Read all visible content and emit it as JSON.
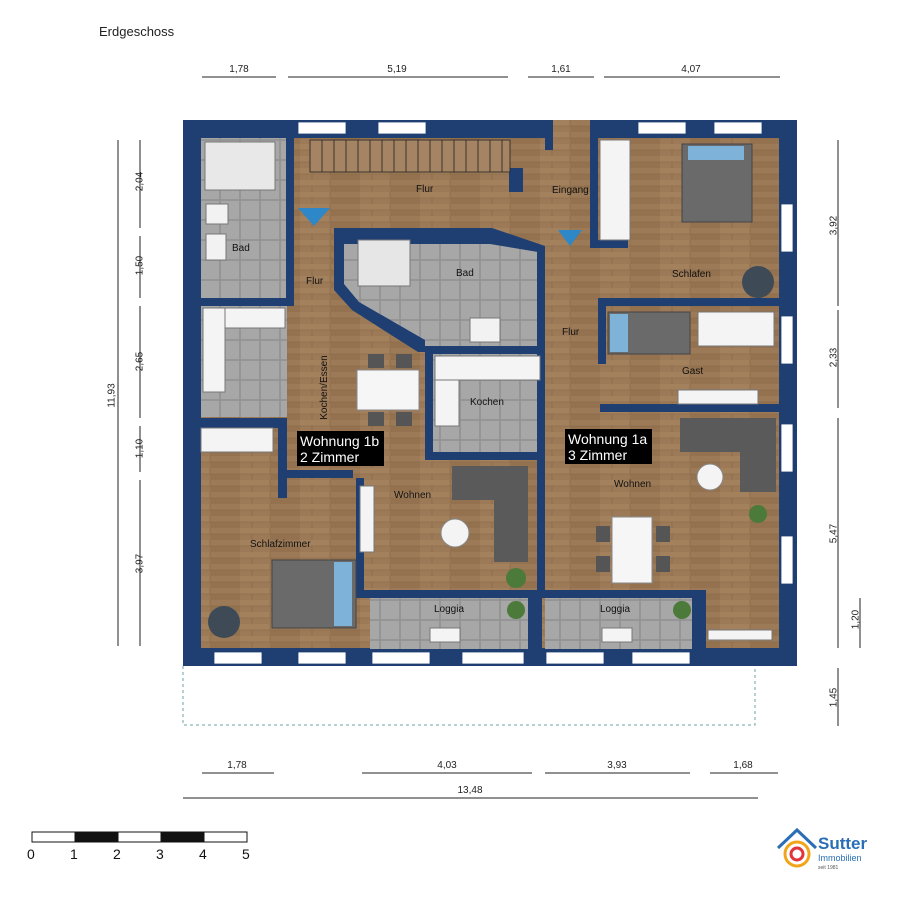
{
  "floor_title": "Erdgeschoss",
  "dimensions": {
    "top": [
      "1,78",
      "5,19",
      "1,61",
      "4,07"
    ],
    "bottom": [
      "1,78",
      "4,03",
      "3,93",
      "1,68"
    ],
    "total_width": "13,48",
    "left": [
      "2,04",
      "1,50",
      "2,65",
      "1,10",
      "3,97"
    ],
    "left_total": "11,93",
    "right": [
      "3,92",
      "2,33",
      "5,47",
      "1,20",
      "1,45"
    ]
  },
  "rooms": {
    "flur_top": "Flur",
    "eingang": "Eingang",
    "bad_left": "Bad",
    "flur_left": "Flur",
    "bad_center": "Bad",
    "kochen_essen": "Kochen/Essen",
    "kochen": "Kochen",
    "flur_right": "Flur",
    "schlafen": "Schlafen",
    "gast": "Gast",
    "wohnen_left": "Wohnen",
    "wohnen_right": "Wohnen",
    "schlafzimmer": "Schlafzimmer",
    "loggia_left": "Loggia",
    "loggia_right": "Loggia"
  },
  "units": {
    "left": {
      "name": "Wohnung 1b",
      "rooms": "2 Zimmer"
    },
    "right": {
      "name": "Wohnung 1a",
      "rooms": "3 Zimmer"
    }
  },
  "scale_labels": [
    "0",
    "1",
    "2",
    "3",
    "4",
    "5"
  ],
  "logo": {
    "name": "Sutter",
    "line2": "Immobilien",
    "since": "seit 1981"
  },
  "colors": {
    "wall": "#1f3f73",
    "floor_wood": "#9c7a57",
    "tile": "#9a9a9a",
    "accent_blue": "#2e87c7"
  }
}
